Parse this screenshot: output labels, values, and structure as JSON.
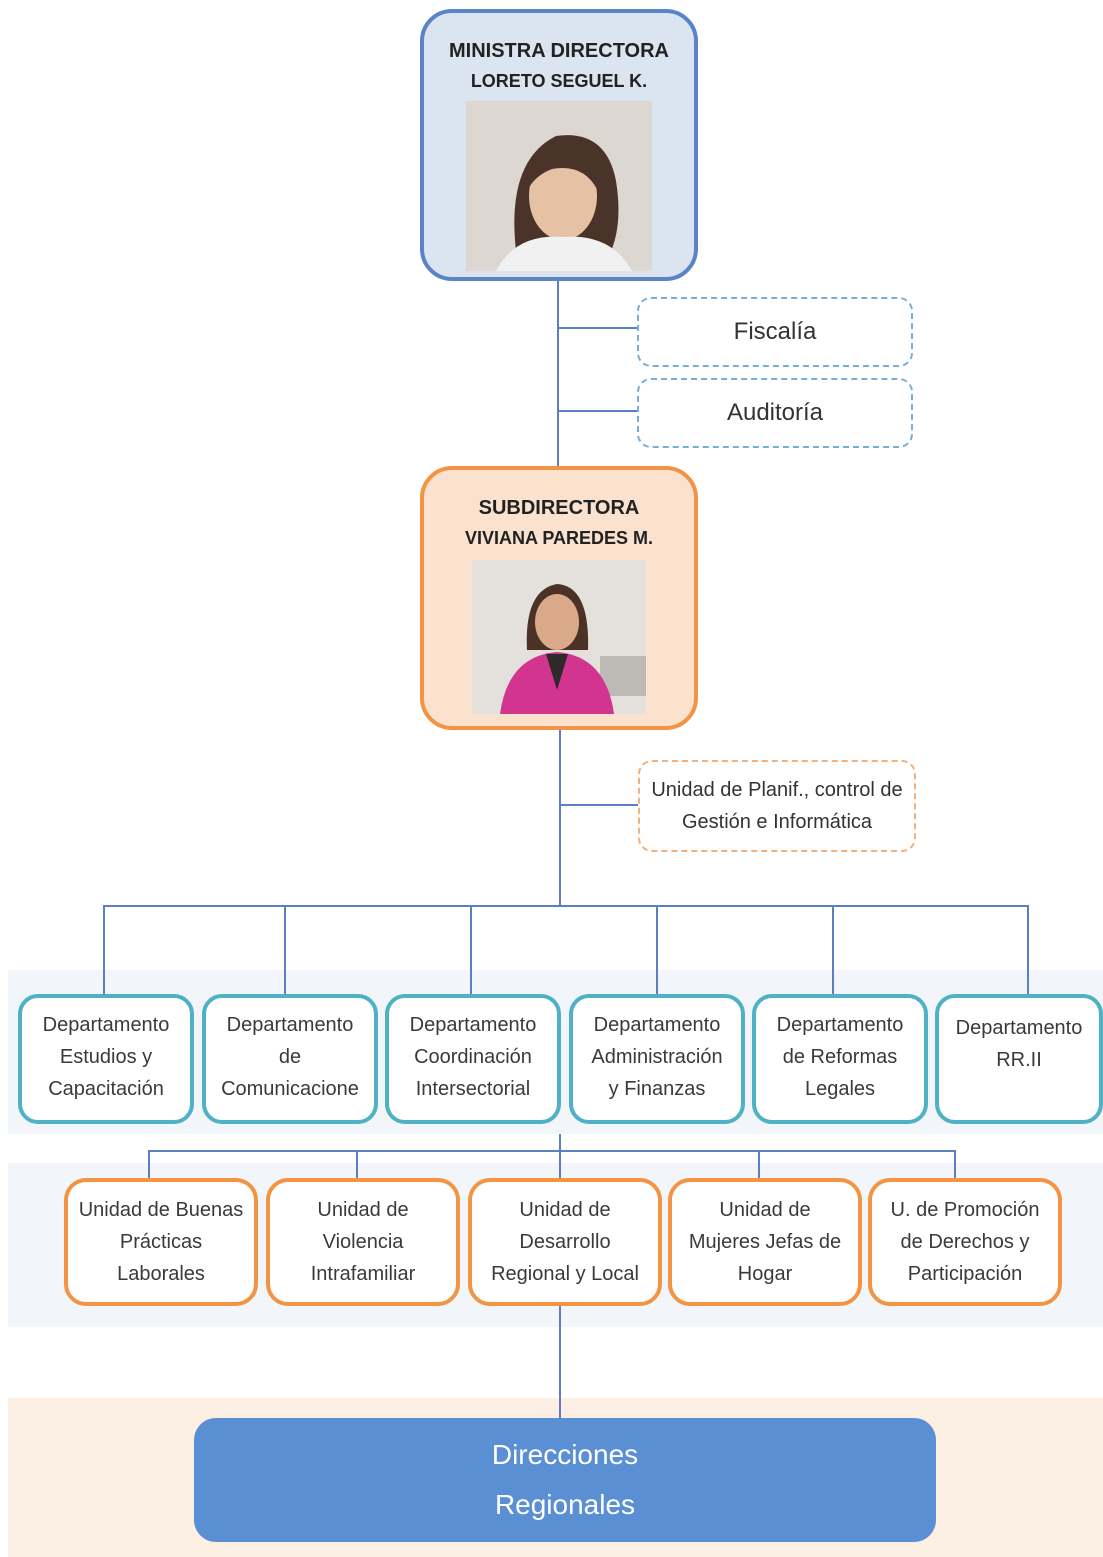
{
  "ministra": {
    "role": "MINISTRA DIRECTORA",
    "name": "LORETO SEGUEL K."
  },
  "subdirectora": {
    "role": "SUBDIRECTORA",
    "name": "VIVIANA PAREDES M."
  },
  "advisory_blue": [
    {
      "label": "Fiscalía"
    },
    {
      "label": "Auditoría"
    }
  ],
  "advisory_orange": {
    "lines": [
      "Unidad de Planif., control de",
      "Gestión e Informática"
    ]
  },
  "departamentos": [
    {
      "lines": [
        "Departamento",
        "Estudios y",
        "Capacitación"
      ]
    },
    {
      "lines": [
        "Departamento",
        "de",
        "Comunicacione"
      ]
    },
    {
      "lines": [
        "Departamento",
        "Coordinación",
        "Intersectorial"
      ]
    },
    {
      "lines": [
        "Departamento",
        "Administración",
        "y Finanzas"
      ]
    },
    {
      "lines": [
        "Departamento",
        "de Reformas",
        "Legales"
      ]
    },
    {
      "lines": [
        "Departamento",
        "RR.II"
      ]
    }
  ],
  "unidades": [
    {
      "lines": [
        "Unidad de Buenas",
        "Prácticas",
        "Laborales"
      ]
    },
    {
      "lines": [
        "Unidad de",
        "Violencia",
        "Intrafamiliar"
      ]
    },
    {
      "lines": [
        "Unidad de",
        "Desarrollo",
        "Regional y Local"
      ]
    },
    {
      "lines": [
        "Unidad de",
        "Mujeres Jefas de",
        "Hogar"
      ]
    },
    {
      "lines": [
        "U. de Promoción",
        "de Derechos y",
        "Participación"
      ]
    }
  ],
  "direcciones": {
    "lines": [
      "Direcciones",
      "Regionales"
    ]
  },
  "colors": {
    "exec_blue": "#5a84c6",
    "exec_orange": "#f29443",
    "dept_teal": "#4fb1c6",
    "connector": "#5b7fc0",
    "regional_fill": "#5b8fd4"
  }
}
